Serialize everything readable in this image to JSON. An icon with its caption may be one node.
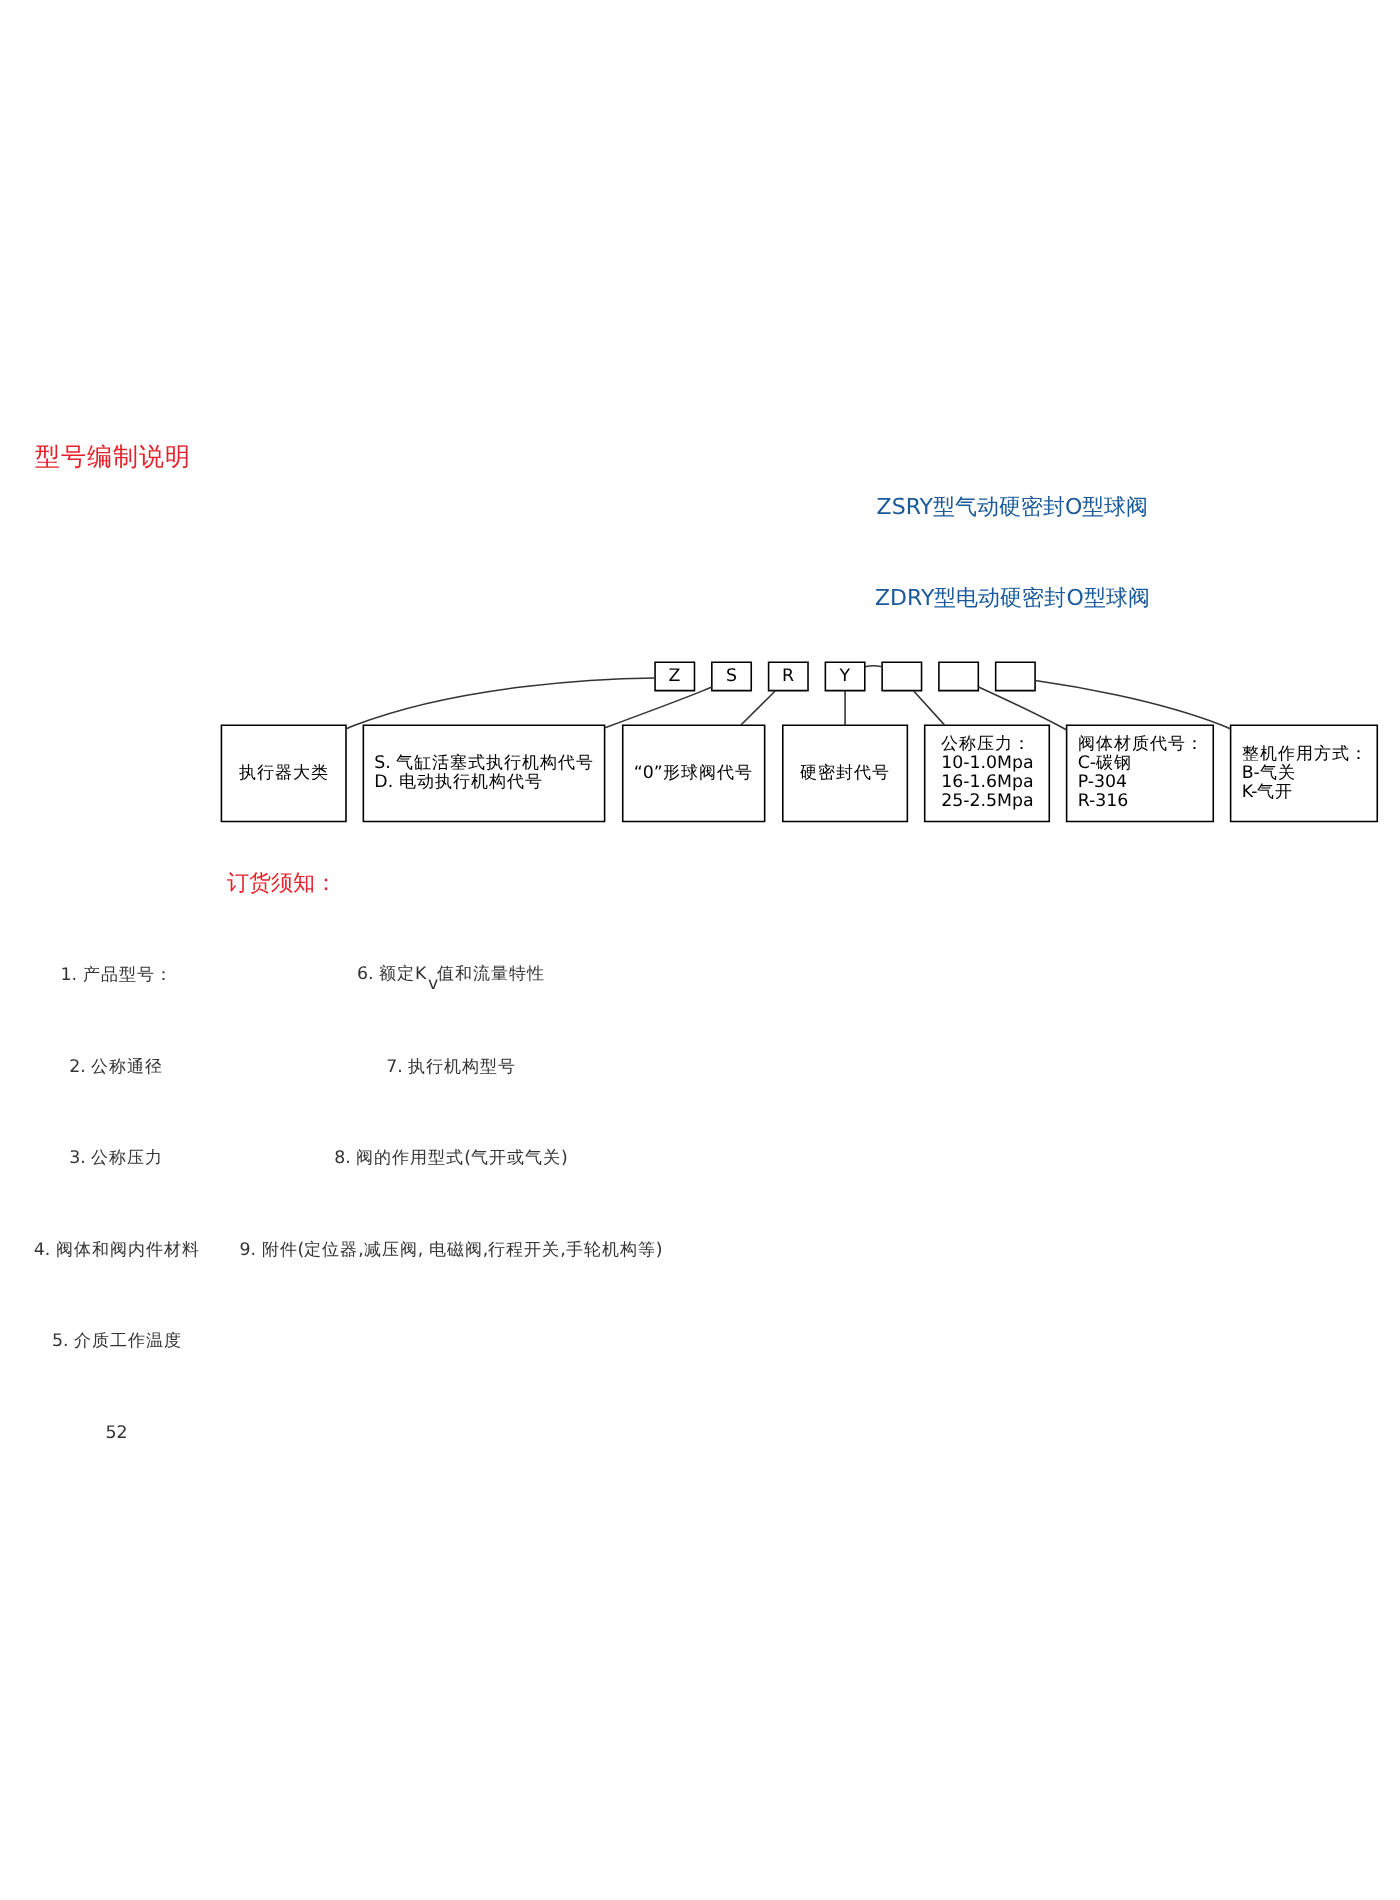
{
  "diagram": {
    "title": "型号编制说明",
    "nodes": [
      {
        "text": [
          "Z"
        ]
      },
      {
        "text": [
          "S"
        ]
      },
      {
        "text": [
          "R"
        ]
      },
      {
        "text": [
          "Y"
        ]
      },
      {
        "text": [],
        "shape": "box"
      },
      {
        "text": [],
        "shape": "box"
      },
      {
        "text": [],
        "shape": "box"
      },
      {
        "text": [
          "执行器大类"
        ]
      },
      {
        "text": [
          "S. 气缸活塞式执行机构代号",
          "D. 电动执行机构代号"
        ]
      },
      {
        "text": [
          "“0”形球阀代号"
        ]
      },
      {
        "text": [
          "硬密封代号"
        ]
      },
      {
        "text": [
          "公称压力：",
          "10-1.0Mpa",
          "16-1.6Mpa",
          "25-2.5Mpa"
        ]
      },
      {
        "text": [
          "阀体材质代号：",
          "C-碳钢",
          "P-304",
          "R-316"
        ]
      },
      {
        "text": [
          "整机作用方式：",
          "B-气关",
          "K-气开"
        ]
      }
    ],
    "edges": [
      {
        "from": 0,
        "to": 7,
        "arrow": "none"
      },
      {
        "from": 1,
        "to": 8,
        "arrow": "none"
      },
      {
        "from": 2,
        "to": 9,
        "arrow": "none"
      },
      {
        "from": 3,
        "to": 10,
        "arrow": "none"
      },
      {
        "from": 3,
        "to": 4,
        "arrow": "none"
      },
      {
        "from": 4,
        "to": 11,
        "arrow": "none"
      },
      {
        "from": 5,
        "to": 12,
        "arrow": "none"
      },
      {
        "from": 6,
        "to": 13,
        "arrow": "none"
      }
    ],
    "labels": [
      "ZSRY型气动硬密封O型球阀",
      "ZDRY型电动硬密封O型球阀",
      "订货须知：",
      "1. 产品型号：",
      "2. 公称通径",
      "3. 公称压力",
      "4. 阀体和阀内件材料",
      "5. 介质工作温度",
      "6. 额定K$_{v}$值和流量特性",
      "7. 执行机构型号",
      "8. 阀的作用型式(气开或气关)",
      "9. 附件(定位器,减压阀, 电磁阀,行程开关,手轮机构等)",
      "52"
    ]
  }
}
